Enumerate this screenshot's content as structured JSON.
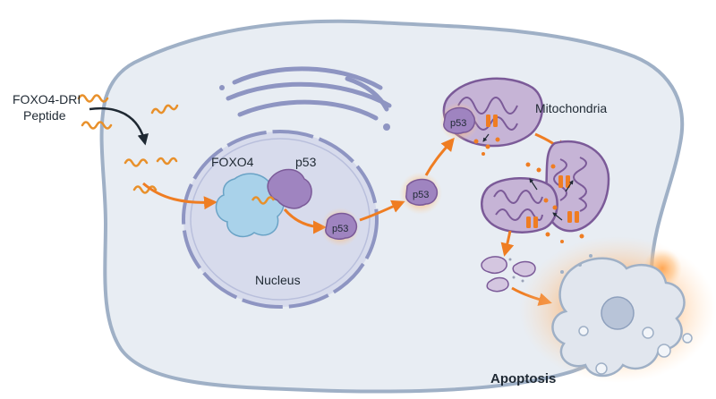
{
  "labels": {
    "peptide_line1": "FOXO4-DRI",
    "peptide_line2": "Peptide",
    "foxo4": "FOXO4",
    "p53_free": "p53",
    "p53_tag": "p53",
    "nucleus": "Nucleus",
    "mitochondria": "Mitochondria",
    "apoptosis": "Apoptosis"
  },
  "colors": {
    "background": "#ffffff",
    "cell_fill": "#e8edf3",
    "cell_stroke": "#9fb0c6",
    "nucleus_fill": "#d7dbec",
    "nucleus_stroke": "#8e95c2",
    "er": "#8e95c2",
    "peptide": "#e8902a",
    "arrow_orange": "#ef7d22",
    "foxo4_fill": "#a9d2ea",
    "p53_fill": "#9f84c0",
    "mito_fill": "#c6b4d6",
    "mito_stroke": "#7b5a98",
    "glow": "#ff9a3c",
    "apoptotic_fill": "#e1e6ee"
  },
  "icons": [
    "curved-arrow-icon",
    "peptide-helix-icon",
    "pore-icon",
    "cytochrome-dot-icon"
  ]
}
